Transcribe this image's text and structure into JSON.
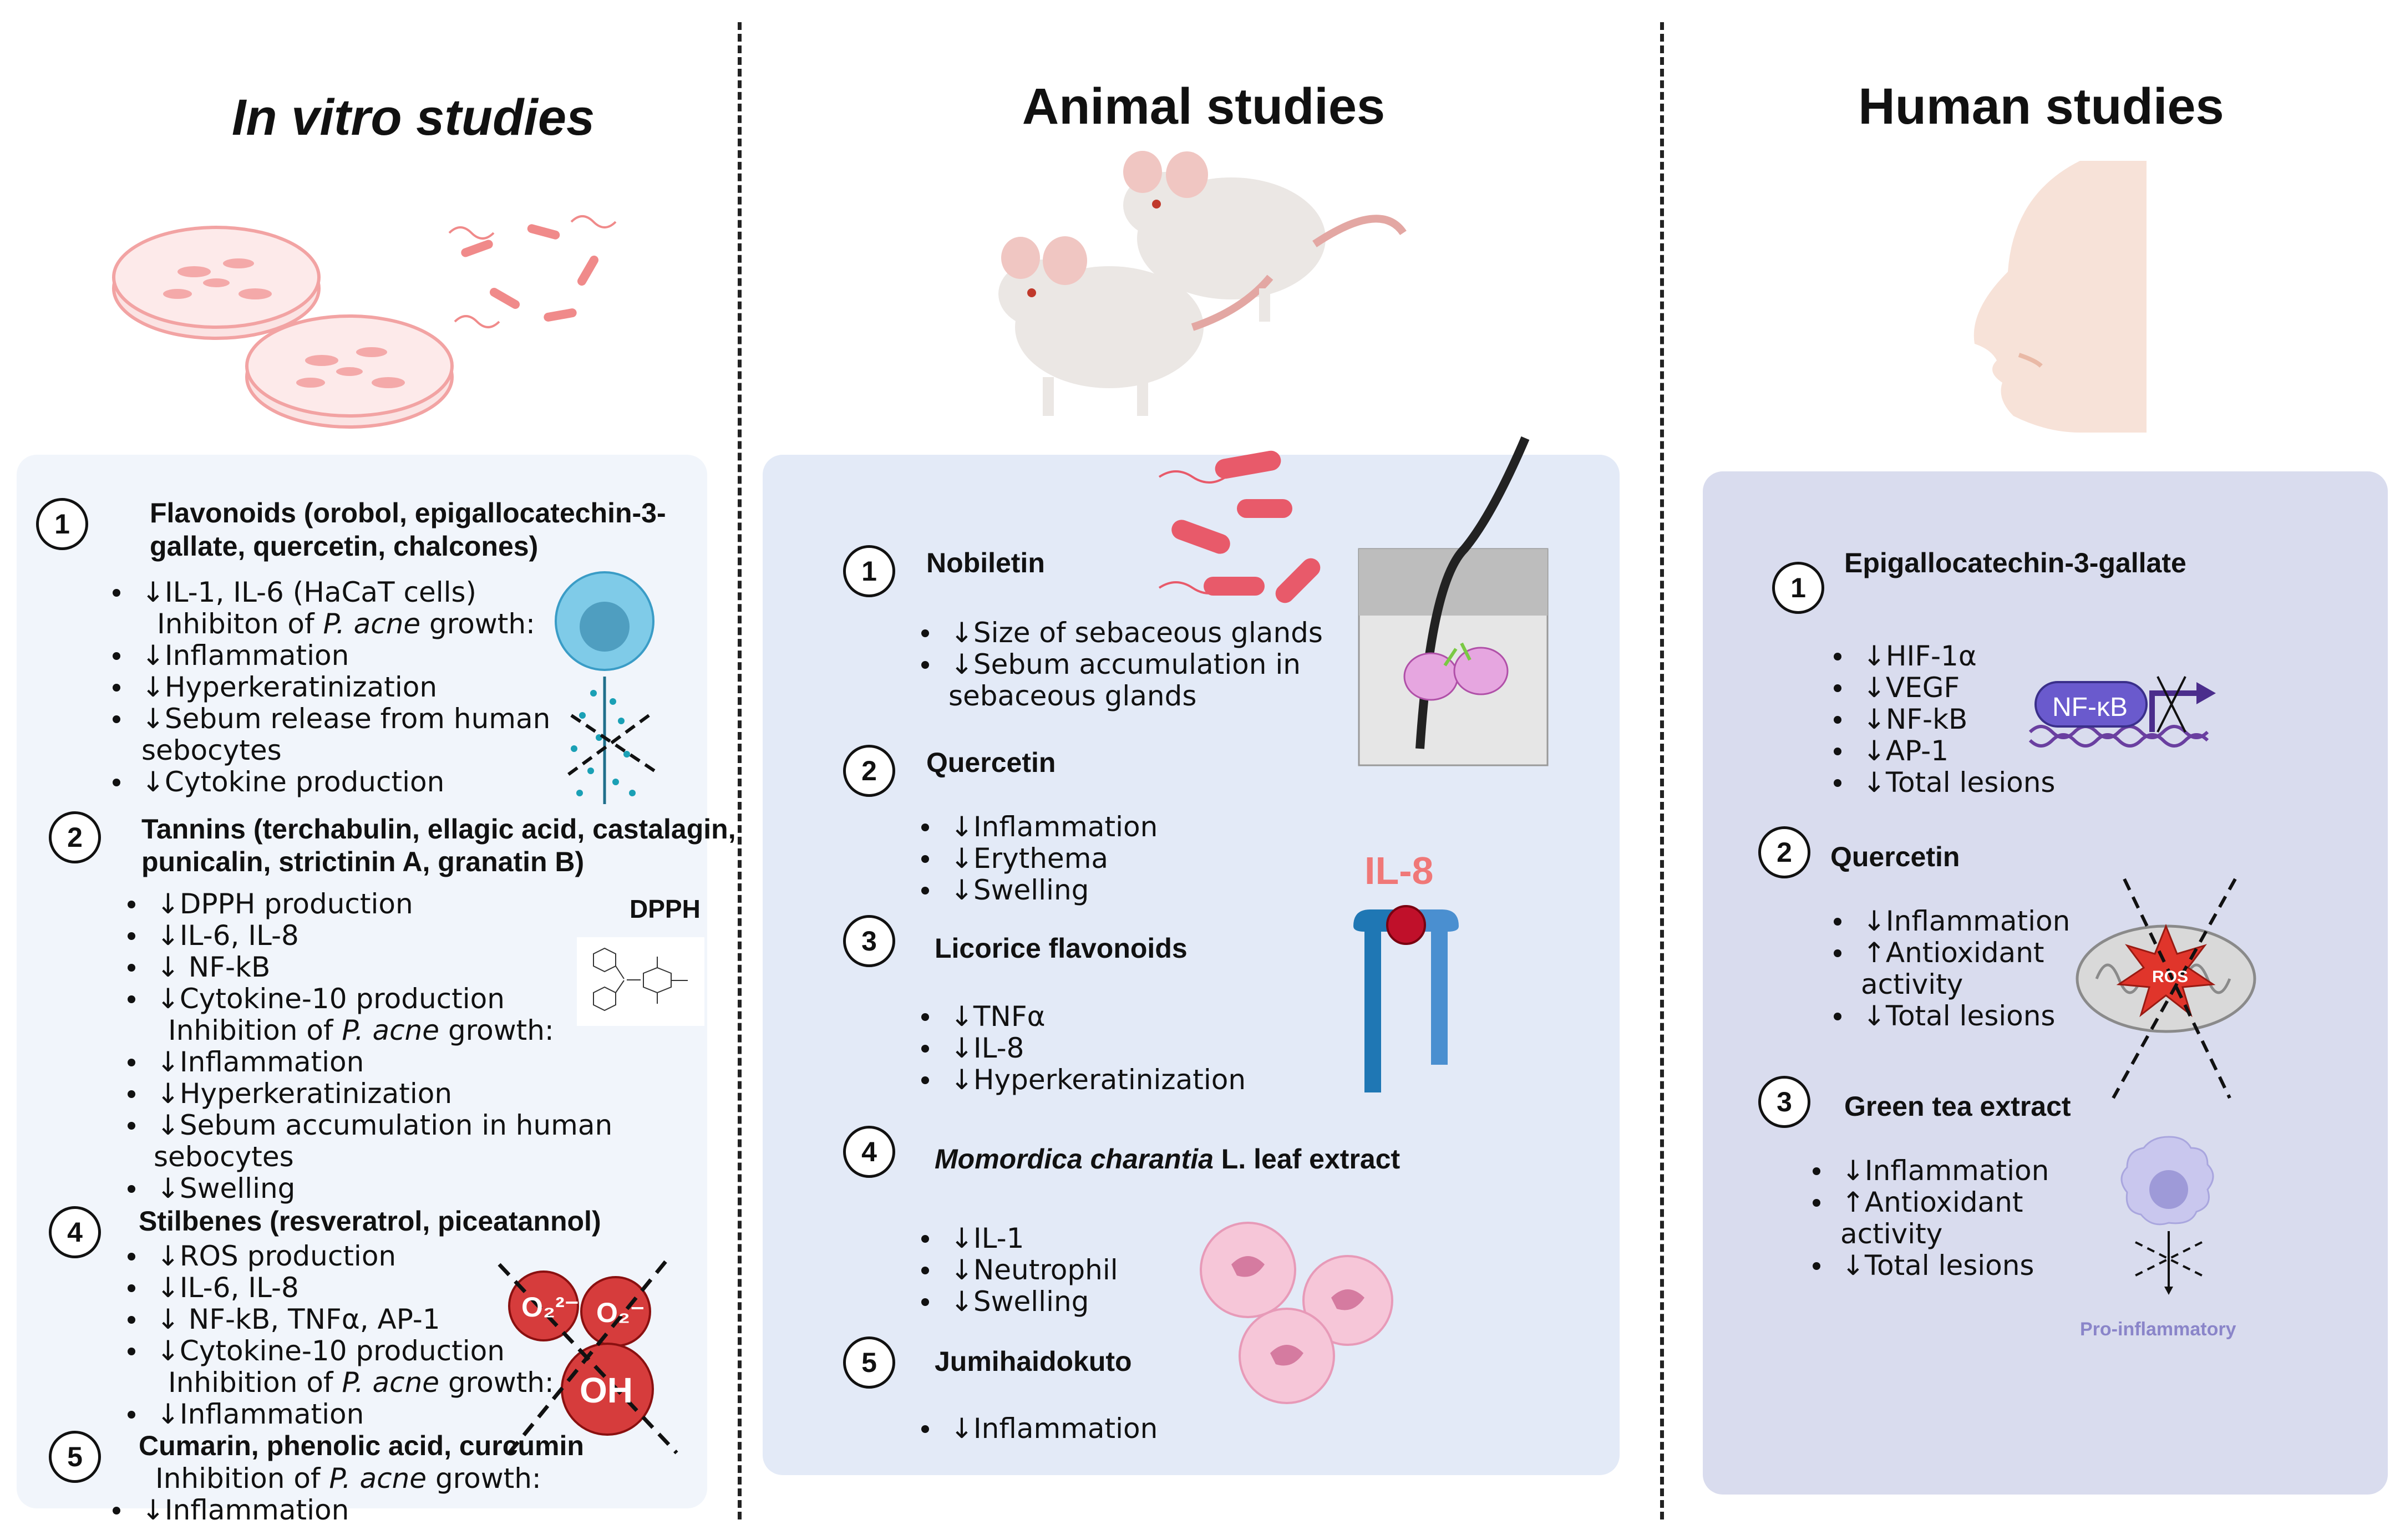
{
  "titles": {
    "in_vitro": "In vitro studies",
    "animal": "Animal studies",
    "human": "Human studies"
  },
  "in_vitro": {
    "s1": {
      "num": "1",
      "heading_l1": "Flavonoids (orobol, epigallocatechin-3-",
      "heading_l2": "gallate, quercetin, chalcones)",
      "b1": "↓IL-1, IL-6 (HaCaT cells)",
      "inhib_pre": "Inhibiton of ",
      "inhib_species": "P. acne",
      "inhib_post": " growth:",
      "b2": "↓Inflammation",
      "b3": "↓Hyperkeratinization",
      "b4a": "↓Sebum release from human",
      "b4b": "sebocytes",
      "b5": "↓Cytokine production"
    },
    "s2": {
      "num": "2",
      "heading_l1": "Tannins (terchabulin, ellagic acid, castalagin,",
      "heading_l2": "punicalin, strictinin A,  granatin B)",
      "b1": "↓DPPH production",
      "b2": "↓IL-6, IL-8",
      "b3": "↓ NF-kB",
      "b4": "↓Cytokine-10 production",
      "inhib_pre": "Inhibition of ",
      "inhib_species": "P. acne",
      "inhib_post": " growth:",
      "b5": "↓Inflammation",
      "b6": "↓Hyperkeratinization",
      "b7a": "↓Sebum accumulation in human",
      "b7b": "sebocytes",
      "b8": "↓Swelling",
      "dpph_label": "DPPH"
    },
    "s4": {
      "num": "4",
      "heading": "Stilbenes (resveratrol, piceatannol)",
      "b1": "↓ROS production",
      "b2": "↓IL-6, IL-8",
      "b3": "↓ NF-kB, TNFα, AP-1",
      "b4": "↓Cytokine-10 production",
      "inhib_pre": "Inhibition  of ",
      "inhib_species": "P. acne",
      "inhib_post": " growth:",
      "b5": "↓Inflammation"
    },
    "s5": {
      "num": "5",
      "heading": "Cumarin, phenolic acid, curcumin",
      "inhib_pre": "Inhibition of ",
      "inhib_species": "P. acne",
      "inhib_post": " growth:",
      "b1": "↓Inflammation"
    },
    "ros": {
      "o2_2minus": "O₂²⁻",
      "o2_minus": "O₂⁻",
      "oh": "OH"
    }
  },
  "animal": {
    "s1": {
      "num": "1",
      "heading": "Nobiletin",
      "b1": "↓Size of sebaceous glands",
      "b2a": "↓Sebum accumulation in",
      "b2b": "sebaceous glands"
    },
    "s2": {
      "num": "2",
      "heading": "Quercetin",
      "b1": "↓Inflammation",
      "b2": "↓Erythema",
      "b3": "↓Swelling"
    },
    "s3": {
      "num": "3",
      "heading": "Licorice flavonoids",
      "b1": "↓TNFα",
      "b2": "↓IL-8",
      "b3": "↓Hyperkeratinization",
      "il8_label": "IL-8"
    },
    "s4": {
      "num": "4",
      "heading_italic": "Momordica charantia",
      "heading_rest": " L. leaf extract",
      "b1": "↓IL-1",
      "b2": "↓Neutrophil",
      "b3": "↓Swelling"
    },
    "s5": {
      "num": "5",
      "heading": "Jumihaidokuto",
      "b1": "↓Inflammation"
    }
  },
  "human": {
    "s1": {
      "num": "1",
      "heading": "Epigallocatechin-3-gallate",
      "b1": "↓HIF-1α",
      "b2": "↓VEGF",
      "b3": "↓NF-kB",
      "b4": "↓AP-1",
      "b5": "↓Total lesions",
      "nfkb_label": "NF-κB"
    },
    "s2": {
      "num": "2",
      "heading": "Quercetin",
      "b1": "↓Inflammation",
      "b2a": "↑Antioxidant",
      "b2b": "activity",
      "b3": "↓Total lesions",
      "ros_label": "ROS"
    },
    "s3": {
      "num": "3",
      "heading": "Green tea extract",
      "b1": "↓Inflammation",
      "b2a": "↑Antioxidant",
      "b2b": "activity",
      "b3": "↓Total lesions",
      "pro_label": "Pro-inflammatory"
    }
  },
  "colors": {
    "in_vitro_panel": "#f1f5fb",
    "animal_panel": "#e3eaf7",
    "human_panel": "#d9dcee",
    "il8": "#f07878",
    "nfkb": "#6a5acd",
    "pro_inflammatory": "#8a85c9"
  }
}
